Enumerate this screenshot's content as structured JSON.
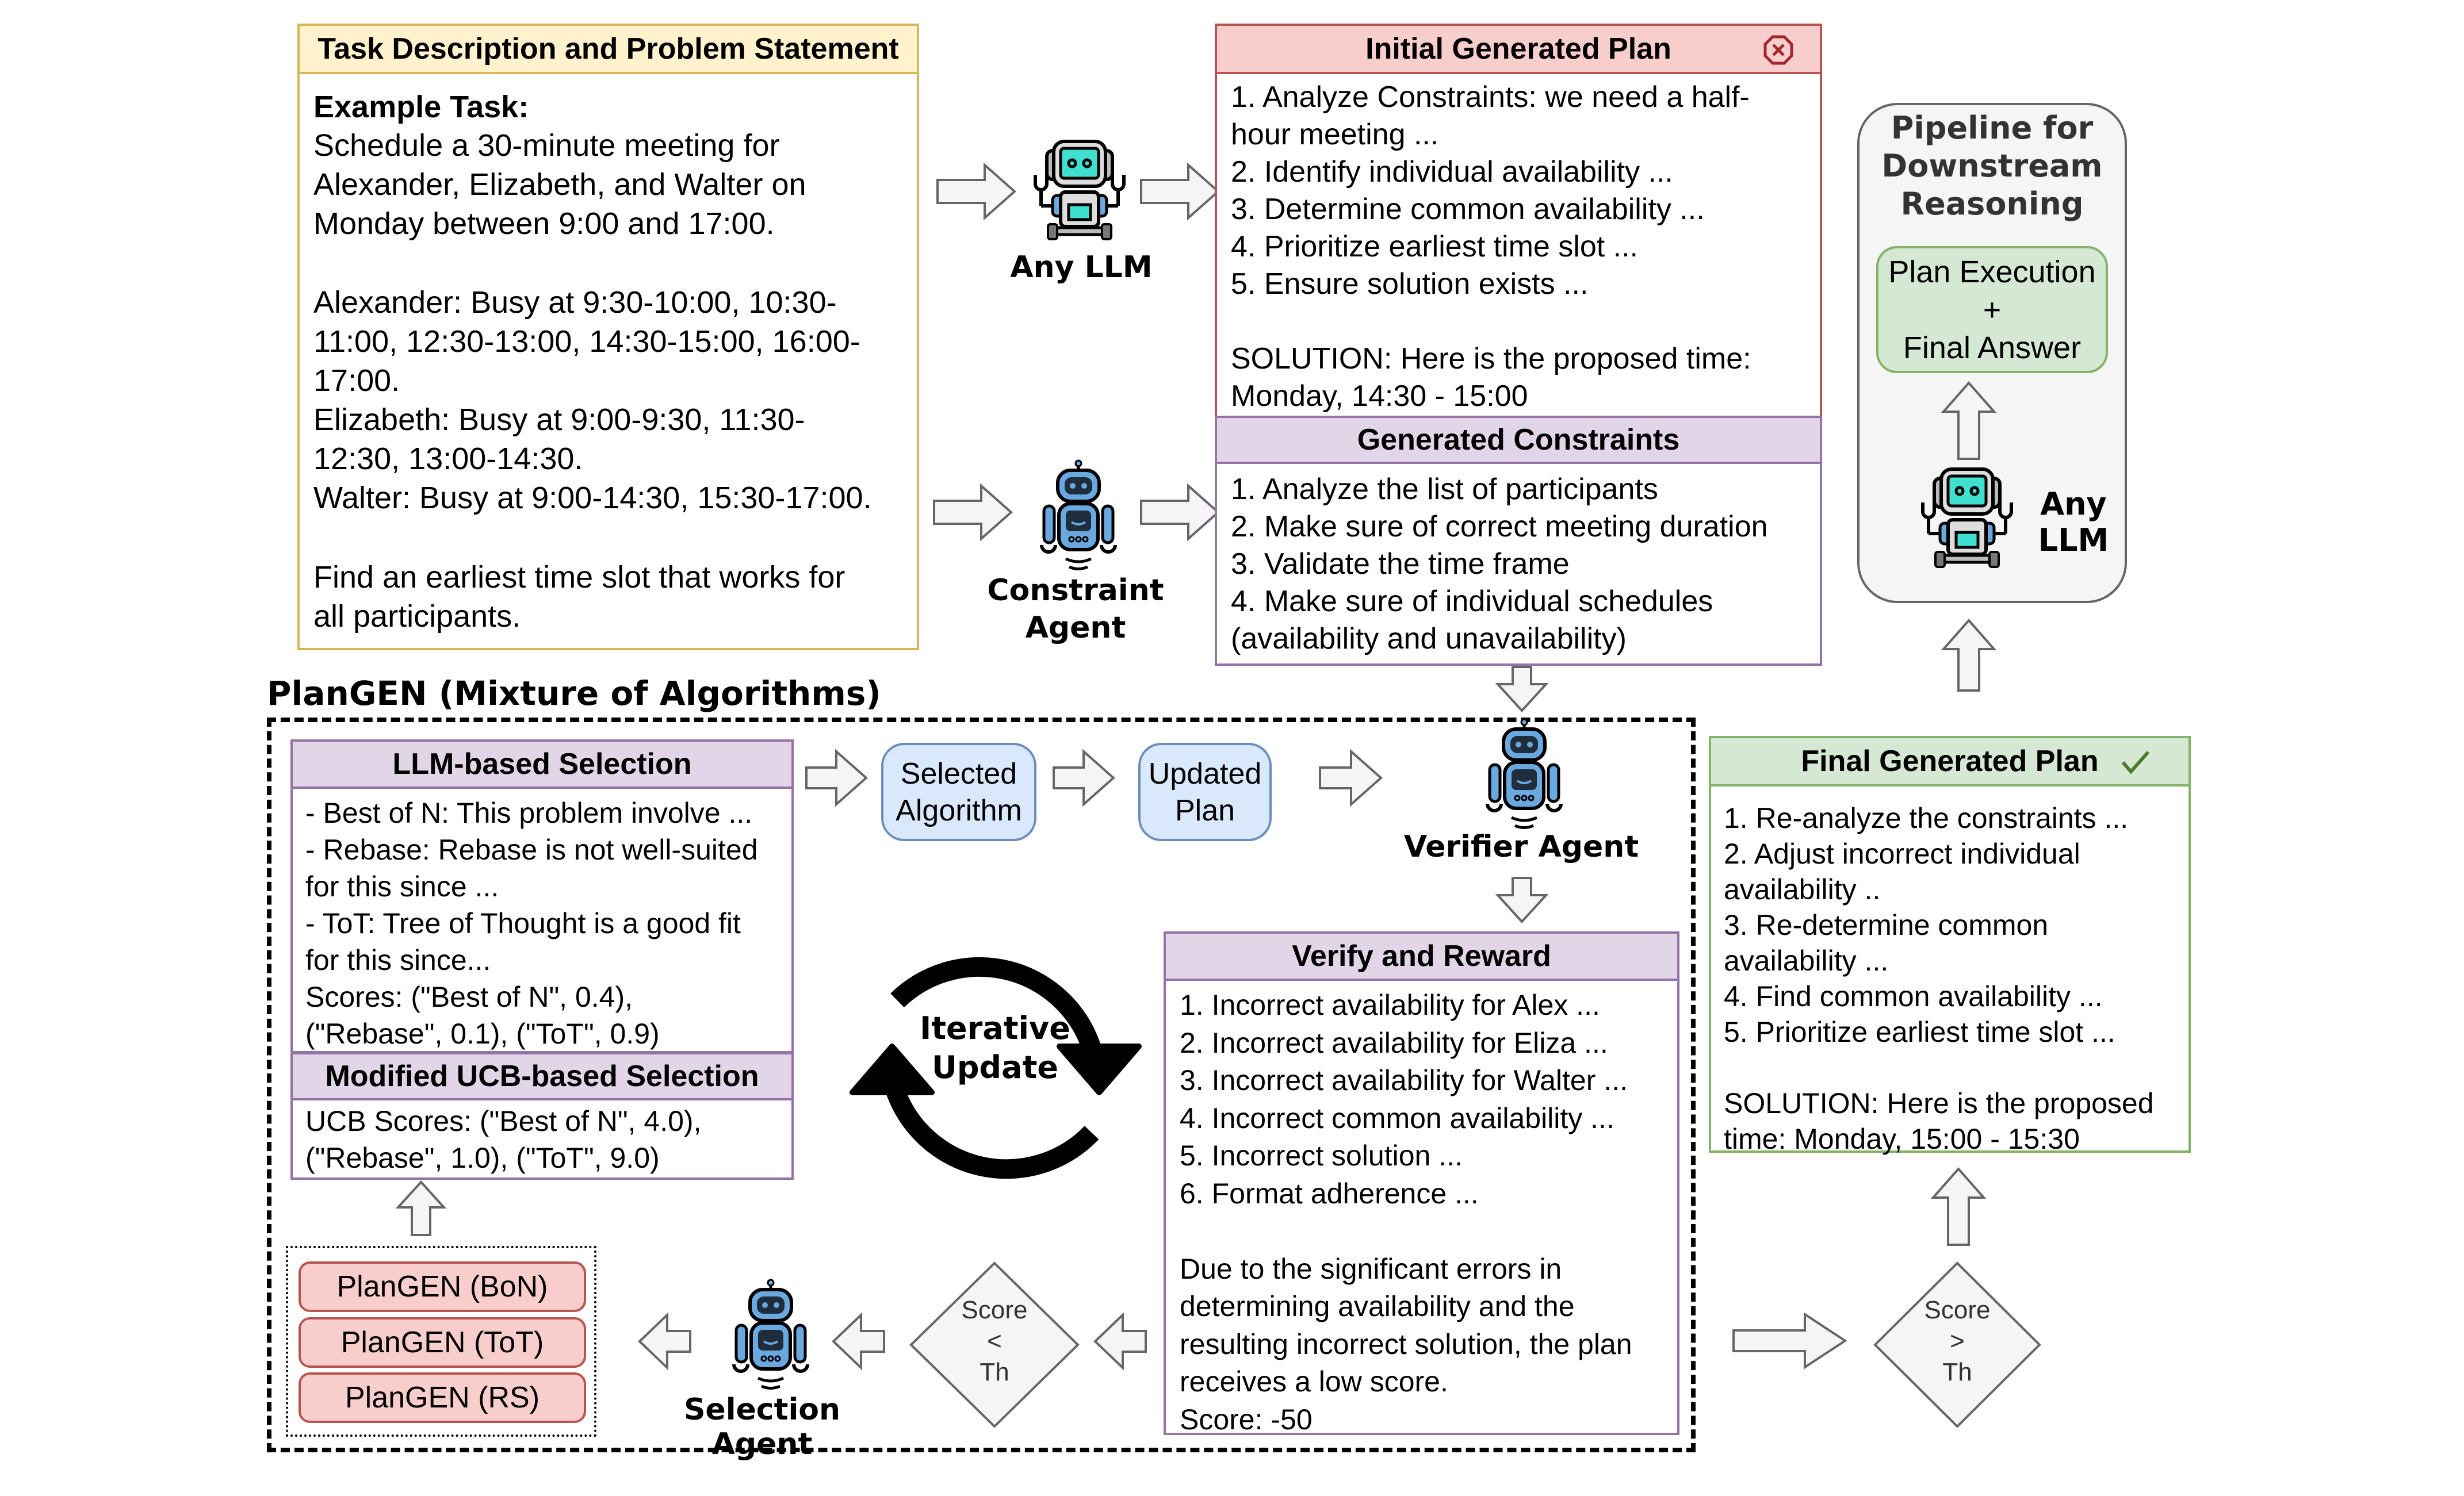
{
  "task": {
    "title": "Task Description and Problem Statement",
    "example_heading": "Example Task:",
    "description": "Schedule a 30-minute meeting for\nAlexander, Elizabeth, and Walter on\nMonday between 9:00 and 17:00.",
    "constraints": "Alexander: Busy at 9:30-10:00, 10:30-\n11:00, 12:30-13:00, 14:30-15:00, 16:00-\n17:00.\nElizabeth: Busy at 9:00-9:30, 11:30-\n12:30, 13:00-14:30.\nWalter: Busy at 9:00-14:30, 15:30-17:00.",
    "goal": "Find an earliest time slot that works for\nall participants."
  },
  "agents": {
    "any_llm": "Any LLM",
    "constraint_agent_line1": "Constraint",
    "constraint_agent_line2": "Agent",
    "verifier_agent": "Verifier Agent",
    "selection_agent": "Selection Agent",
    "pipeline_llm_line1": "Any",
    "pipeline_llm_line2": "LLM"
  },
  "initial_plan": {
    "title": "Initial Generated Plan",
    "status_icon": "x-octagon-icon",
    "status_color": "#a4262c",
    "steps": "1. Analyze Constraints: we need a half-\nhour meeting ...\n2. Identify individual availability ...\n3. Determine common availability ...\n4. Prioritize earliest time slot ...\n5. Ensure solution exists ...\n\nSOLUTION: Here is the proposed time:\nMonday, 14:30 - 15:00"
  },
  "generated_constraints": {
    "title": "Generated Constraints",
    "items": "1. Analyze the list of participants\n2. Make sure of correct meeting duration\n3. Validate the time frame\n4. Make sure of individual schedules\n(availability and unavailability)"
  },
  "pipeline": {
    "title": "Pipeline for\nDownstream\nReasoning",
    "execution_box": "Plan Execution\n+\nFinal Answer"
  },
  "final_plan": {
    "title": "Final Generated Plan",
    "status_icon": "check-icon",
    "status_color": "#2e7d32",
    "steps": "1. Re-analyze the constraints ...\n2. Adjust incorrect individual\navailability ..\n3. Re-determine common\navailability ...\n4. Find common availability ...\n5. Prioritize earliest time slot ...\n\nSOLUTION: Here is the proposed\ntime: Monday, 15:00 - 15:30"
  },
  "plangen": {
    "title": "PlanGEN (Mixture of Algorithms)",
    "llm_selection": {
      "title": "LLM-based Selection",
      "text": "- Best of N: This problem involve ...\n- Rebase: Rebase is not well-suited\nfor this since ...\n- ToT: Tree of Thought is a good fit\nfor this since...\nScores: (\"Best of N\", 0.4),\n(\"Rebase\", 0.1), (\"ToT\", 0.9)"
    },
    "ucb_selection": {
      "title": "Modified UCB-based Selection",
      "text": "UCB Scores: (\"Best of N\", 4.0),\n(\"Rebase\", 1.0), (\"ToT\", 9.0)"
    },
    "selected_algorithm": "Selected\nAlgorithm",
    "updated_plan": "Updated\nPlan",
    "iterative_update": "Iterative\nUpdate",
    "verify": {
      "title": "Verify and Reward",
      "text": "1. Incorrect availability for Alex ...\n2. Incorrect availability for Eliza ...\n3. Incorrect availability for Walter ...\n4. Incorrect common availability ...\n5. Incorrect solution ...\n6. Format adherence ...\n\nDue to the significant errors in\ndetermining availability and the\nresulting incorrect solution, the plan\nreceives a low score.\nScore: -50"
    },
    "decision_low": {
      "top": "Score",
      "op": "<",
      "bottom": "Th"
    },
    "algorithms": [
      "PlanGEN (BoN)",
      "PlanGEN (ToT)",
      "PlanGEN (RS)"
    ]
  },
  "decision_high": {
    "top": "Score",
    "op": ">",
    "bottom": "Th"
  },
  "colors": {
    "task_header": "#fff2cc",
    "task_border": "#d6b656",
    "initial_header": "#f8cecc",
    "initial_border": "#b85450",
    "purple_header": "#e1d5e7",
    "purple_border": "#9673a6",
    "green_header": "#d5e8d4",
    "green_border": "#82b366",
    "blue_fill": "#dae8fc",
    "blue_border": "#6c8ebf",
    "arrow_fill": "#f5f5f5",
    "arrow_border": "#666666"
  }
}
